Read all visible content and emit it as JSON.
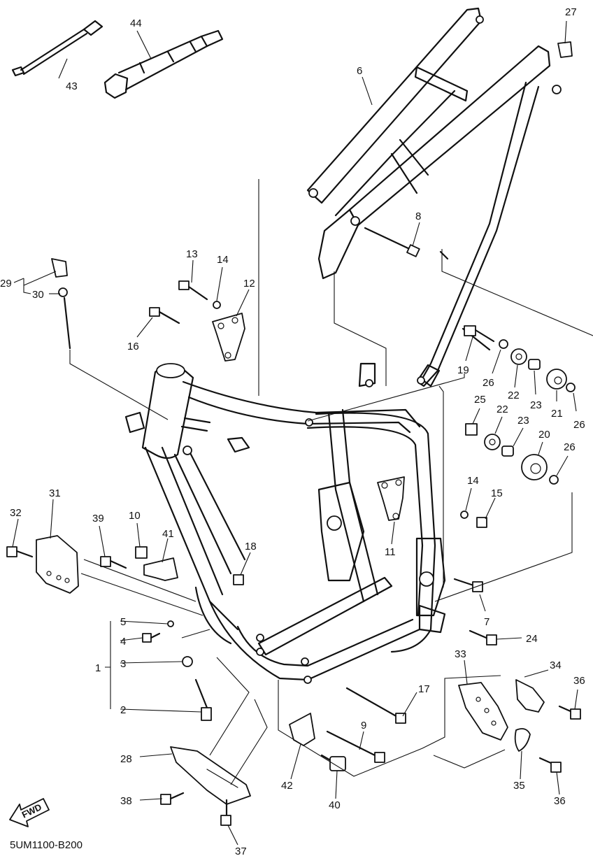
{
  "diagram_code": "5UM1100-B200",
  "fwd_label": "FWD",
  "icons": [
    "fwd-arrow-icon"
  ],
  "callouts": {
    "c1": "1",
    "c2": "2",
    "c3": "3",
    "c4": "4",
    "c5": "5",
    "c6": "6",
    "c7": "7",
    "c8": "8",
    "c9": "9",
    "c10": "10",
    "c11": "11",
    "c12": "12",
    "c13": "13",
    "c14a": "14",
    "c14b": "14",
    "c15": "15",
    "c16": "16",
    "c17": "17",
    "c18": "18",
    "c19": "19",
    "c20": "20",
    "c21": "21",
    "c22a": "22",
    "c22b": "22",
    "c23a": "23",
    "c23b": "23",
    "c24": "24",
    "c25": "25",
    "c26a": "26",
    "c26b": "26",
    "c26c": "26",
    "c27": "27",
    "c28": "28",
    "c29": "29",
    "c30": "30",
    "c31": "31",
    "c32": "32",
    "c33": "33",
    "c34": "34",
    "c35": "35",
    "c36a": "36",
    "c36b": "36",
    "c37": "37",
    "c38": "38",
    "c39": "39",
    "c40": "40",
    "c41": "41",
    "c42": "42",
    "c43": "43",
    "c44": "44"
  }
}
